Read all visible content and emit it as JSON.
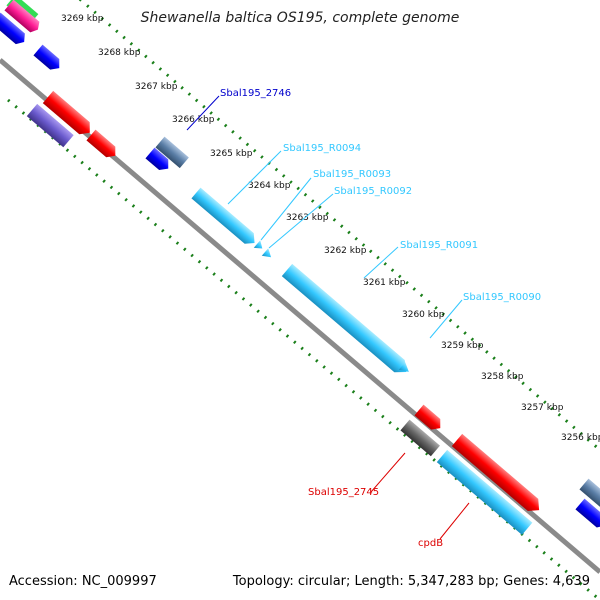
{
  "title": "Shewanella baltica OS195, complete genome",
  "footer": {
    "accession": "Accession: NC_009997",
    "topology": "Topology: circular; Length: 5,347,283 bp; Genes: 4,639"
  },
  "colors": {
    "backbone": "#8a8a8a",
    "tick": "#1a7f1a",
    "red": "#ff0000",
    "cyan": "#33c8ff",
    "blue": "#0000ff",
    "steel": "#5a7ea6",
    "gray": "#666666",
    "purple": "#6a5acd",
    "magenta": "#ff1e96",
    "green": "#33dd55",
    "label_blue": "#0000cc",
    "label_cyan": "#33c8ff",
    "label_red": "#dd0000"
  },
  "kbp_labels": [
    "3269 kbp",
    "3268 kbp",
    "3267 kbp",
    "3266 kbp",
    "3265 kbp",
    "3264 kbp",
    "3263 kbp",
    "3262 kbp",
    "3261 kbp",
    "3260 kbp",
    "3259 kbp",
    "3258 kbp",
    "3257 kbp",
    "3256 kbp"
  ],
  "gene_labels": {
    "sbal_2746": "Sbal195_2746",
    "r0094": "Sbal195_R0094",
    "r0093": "Sbal195_R0093",
    "r0092": "Sbal195_R0092",
    "r0091": "Sbal195_R0091",
    "r0090": "Sbal195_R0090",
    "sbal_2745": "Sbal195_2745",
    "cpdb": "cpdB"
  }
}
